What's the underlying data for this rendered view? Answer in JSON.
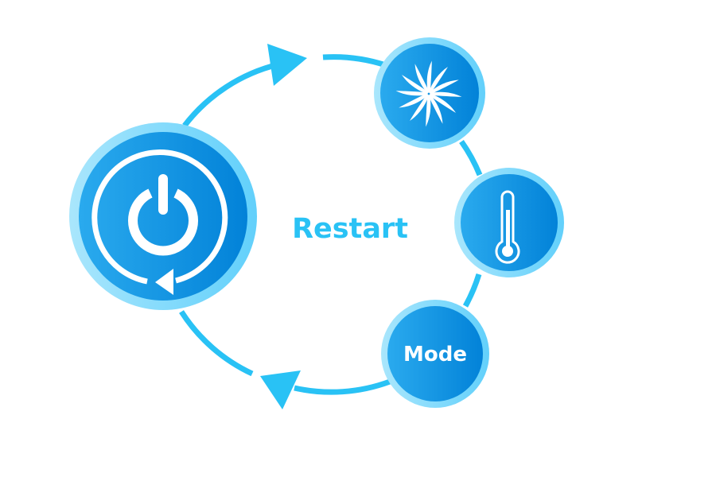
{
  "diagram": {
    "center_label": "Restart",
    "main_node": {
      "icon": "power-restart-icon"
    },
    "nodes": [
      {
        "icon": "fan-icon",
        "label": ""
      },
      {
        "icon": "thermometer-icon",
        "label": ""
      },
      {
        "icon": "",
        "label": "Mode"
      }
    ],
    "cycle_direction": "clockwise"
  },
  "colors": {
    "arc": "#29c2f5",
    "node_fill_light": "#26a8ec",
    "node_fill_dark": "#0283d9",
    "node_ring": "#7fd8fb",
    "icon": "#ffffff",
    "text": "#29c2f5"
  }
}
